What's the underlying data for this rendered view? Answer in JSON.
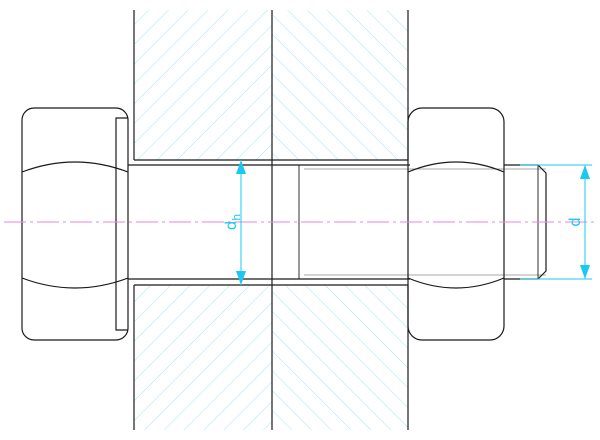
{
  "dimensions": {
    "hole_diameter": {
      "base": "d",
      "subscript": "h"
    },
    "bolt_diameter": {
      "label": "d"
    }
  },
  "colors": {
    "outline": "#1a1a1a",
    "hatch": "#9fdff0",
    "centerline": "#e08adf",
    "dimension": "#1ac8f0"
  }
}
